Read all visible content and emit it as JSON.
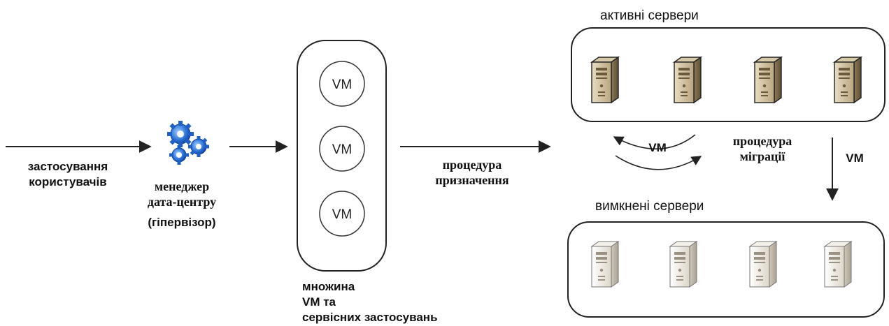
{
  "user_apps": {
    "line1": "застосування",
    "line2": "користувачів"
  },
  "manager": {
    "line1": "менеджер",
    "line2": "дата-центру",
    "line3": "(гіпервізор)"
  },
  "vm_set": {
    "vms": [
      "VM",
      "VM",
      "VM"
    ],
    "line1": "множина",
    "line2": "VM та",
    "line3": "сервісних застосувань"
  },
  "assignment": {
    "line1": "процедура",
    "line2": "призначення"
  },
  "migration": {
    "line1": "процедура",
    "line2": "міграції",
    "vm_label": "VM"
  },
  "shutdown_vm_label": "VM",
  "active_servers": {
    "title": "активні сервери",
    "count": 4
  },
  "off_servers": {
    "title": "вимкнені сервери",
    "count": 4
  }
}
